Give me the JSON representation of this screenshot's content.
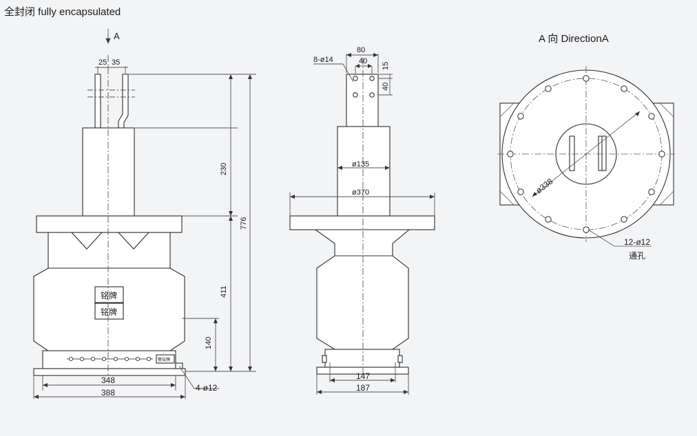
{
  "header": {
    "title": "全封闭  fully encapsulated"
  },
  "front_view": {
    "view_arrow_label": "A",
    "dim_terminal_gap_left": "25",
    "dim_terminal_gap_right": "35",
    "dim_upper_height": "230",
    "dim_total_height": "776",
    "dim_lower_height": "411",
    "dim_base_height": "140",
    "dim_mount_spacing": "348",
    "dim_base_width": "388",
    "mount_holes": "4-ø12",
    "nameplate_1": "铭牌",
    "nameplate_2": "铭牌",
    "small_plate": "警告牌"
  },
  "side_view": {
    "dim_terminal_width": "80",
    "dim_hole_spacing_h": "40",
    "dim_hole_top": "15",
    "dim_hole_spacing_v": "40",
    "terminal_holes": "8-ø14",
    "dim_neck_dia": "ø135",
    "dim_flange_dia": "ø370",
    "dim_mount_spacing": "147",
    "dim_base_width": "187"
  },
  "view_a": {
    "title": "A 向 DirectionA",
    "dim_bolt_circle": "ø338",
    "flange_holes": "12-ø12",
    "flange_holes_note": "通孔"
  },
  "colors": {
    "body_fill": "#ffffff",
    "line": "#2b2b2b",
    "dim_line": "#555555",
    "background": "#f3f4f6"
  }
}
